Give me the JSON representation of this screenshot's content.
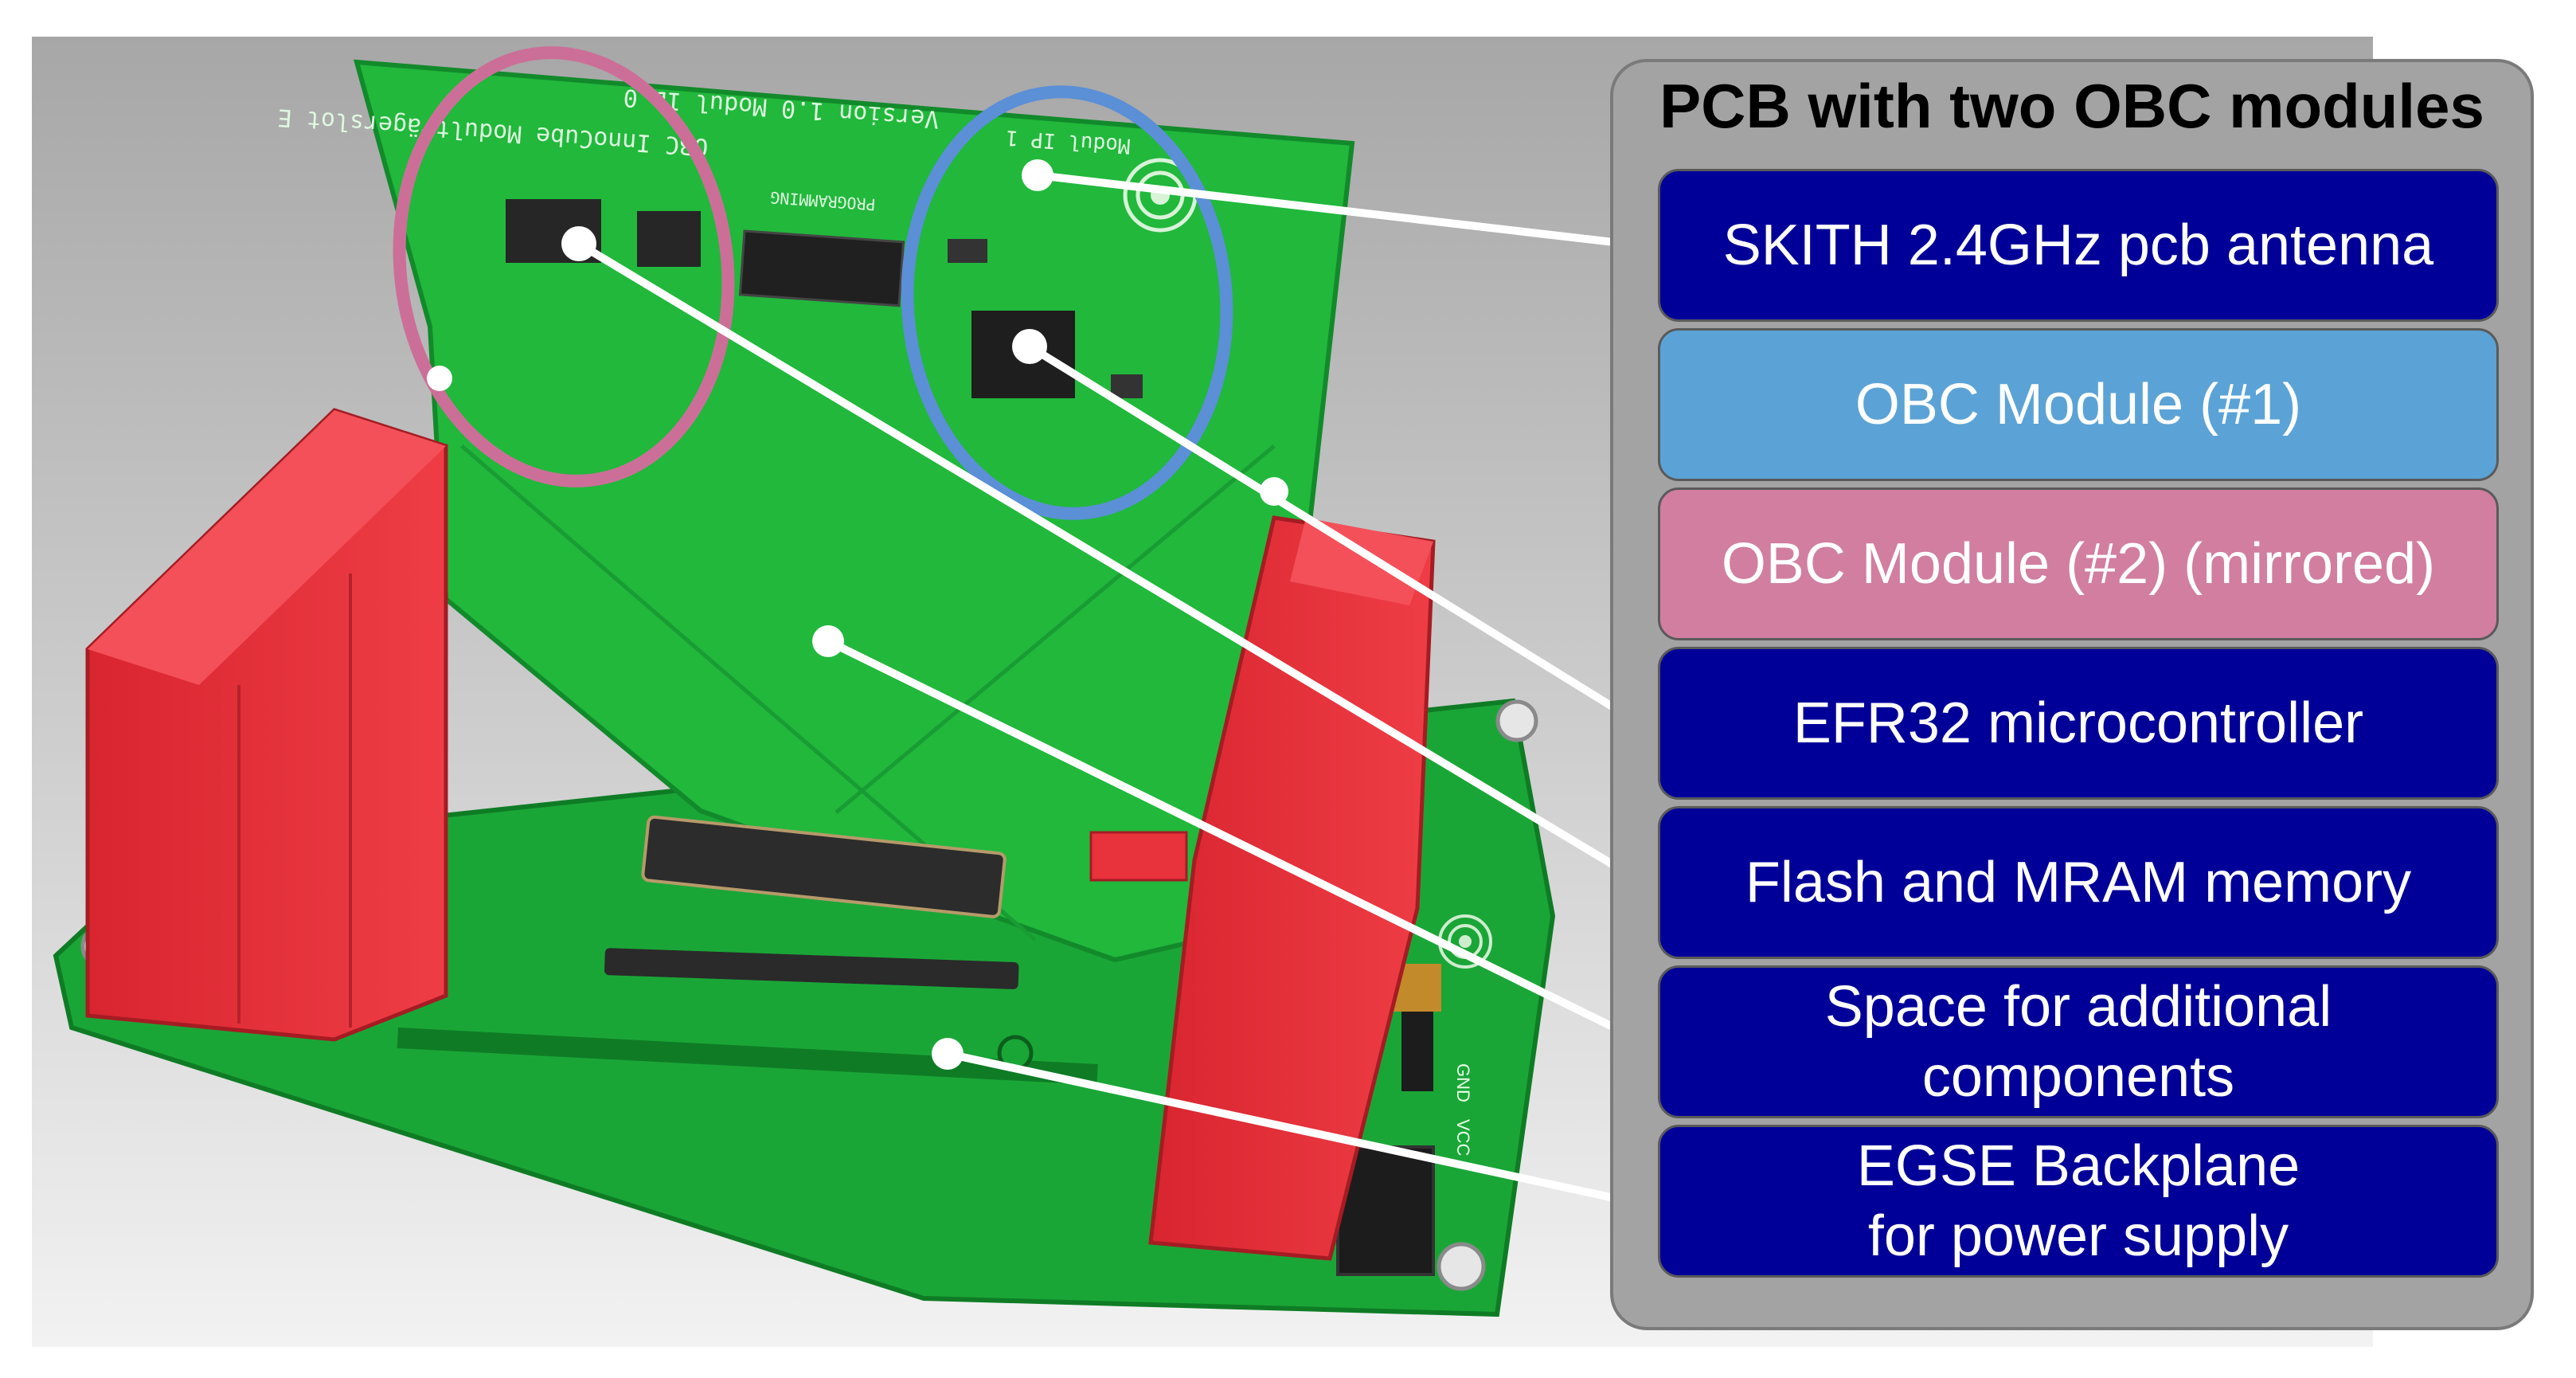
{
  "legend": {
    "title": "PCB with two OBC modules",
    "items": [
      {
        "line1": "SKITH 2.4GHz pcb antenna",
        "line2": "",
        "color": "#000099",
        "text_color": "#ffffff"
      },
      {
        "line1": "OBC Module (#1)",
        "line2": "",
        "color": "#5ba3d6",
        "text_color": "#ffffff"
      },
      {
        "line1": "OBC Module (#2) (mirrored)",
        "line2": "",
        "color": "#d17ea0",
        "text_color": "#ffffff"
      },
      {
        "line1": "EFR32 microcontroller",
        "line2": "",
        "color": "#000099",
        "text_color": "#ffffff"
      },
      {
        "line1": "Flash and MRAM memory",
        "line2": "",
        "color": "#000099",
        "text_color": "#ffffff"
      },
      {
        "line1": "Space for additional",
        "line2": "components",
        "color": "#000099",
        "text_color": "#ffffff"
      },
      {
        "line1": "EGSE Backplane",
        "line2": "for power supply",
        "color": "#000099",
        "text_color": "#ffffff"
      }
    ]
  },
  "colors": {
    "pcb_green": "#1fb33a",
    "pcb_dark_green": "#138a2a",
    "holder_red": "#e8323c",
    "module1_outline": "#5b8fd6",
    "module2_outline": "#cc6f98",
    "callout_line": "#ffffff"
  },
  "pcb_silkscreen": {
    "text_line_1": "OBC InnoCube Modulträgerslot E",
    "text_line_2": "Version 1.0   Modul ID 0",
    "text_line_3": "Modul IP 1",
    "programming_label": "PROGRAMMING",
    "gnd_label": "GND",
    "vcc_label": "VCC"
  }
}
